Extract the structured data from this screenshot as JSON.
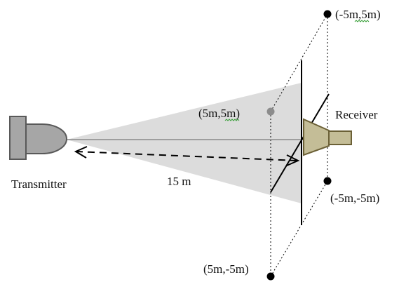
{
  "labels": {
    "transmitter": "Transmitter",
    "receiver": "Receiver",
    "distance": "15 m",
    "corner_top_right": "(-5m,5m)",
    "corner_top_left": "(5m,5m)",
    "corner_bottom_right": "(-5m,-5m)",
    "corner_bottom_left": "(5m,-5m)"
  },
  "colors": {
    "transmitter_fill": "#a6a6a6",
    "transmitter_stroke": "#595959",
    "beam_fill": "#d9d9d9",
    "receiver_fill": "#c4bd97",
    "receiver_stroke": "#6b6036",
    "dot_black": "#000000",
    "dot_gray": "#8c8c8c",
    "line": "#000000"
  },
  "icons": {
    "transmitter": "transmitter-horn-icon",
    "receiver": "receiver-horn-icon"
  }
}
